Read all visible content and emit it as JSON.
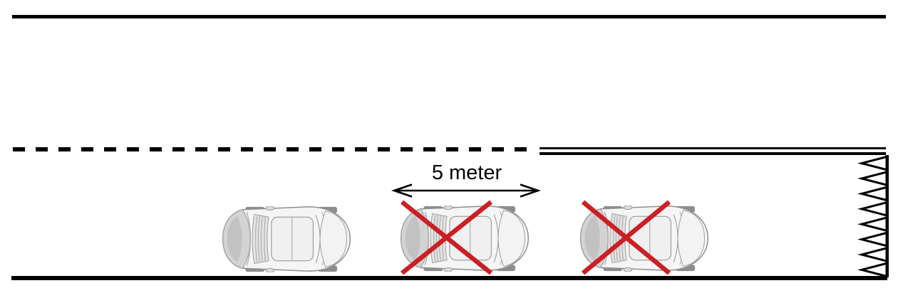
{
  "measurement": {
    "label": "5 meter"
  },
  "road": {
    "top_edge": {
      "style": "solid"
    },
    "center_divider": {
      "left_style": "dashed",
      "right_style": "double-solid"
    },
    "right_marking": {
      "style": "chevron-taper",
      "chevron_count": 8
    },
    "bottom_edge": {
      "style": "solid"
    }
  },
  "cars": [
    {
      "position": "left",
      "crossed_out": false
    },
    {
      "position": "middle",
      "crossed_out": true
    },
    {
      "position": "right",
      "crossed_out": true
    }
  ],
  "colors": {
    "line": "#000000",
    "cross": "#cc1f24",
    "car_body": "#f5f5f5",
    "car_outline": "#8f8f8f"
  }
}
